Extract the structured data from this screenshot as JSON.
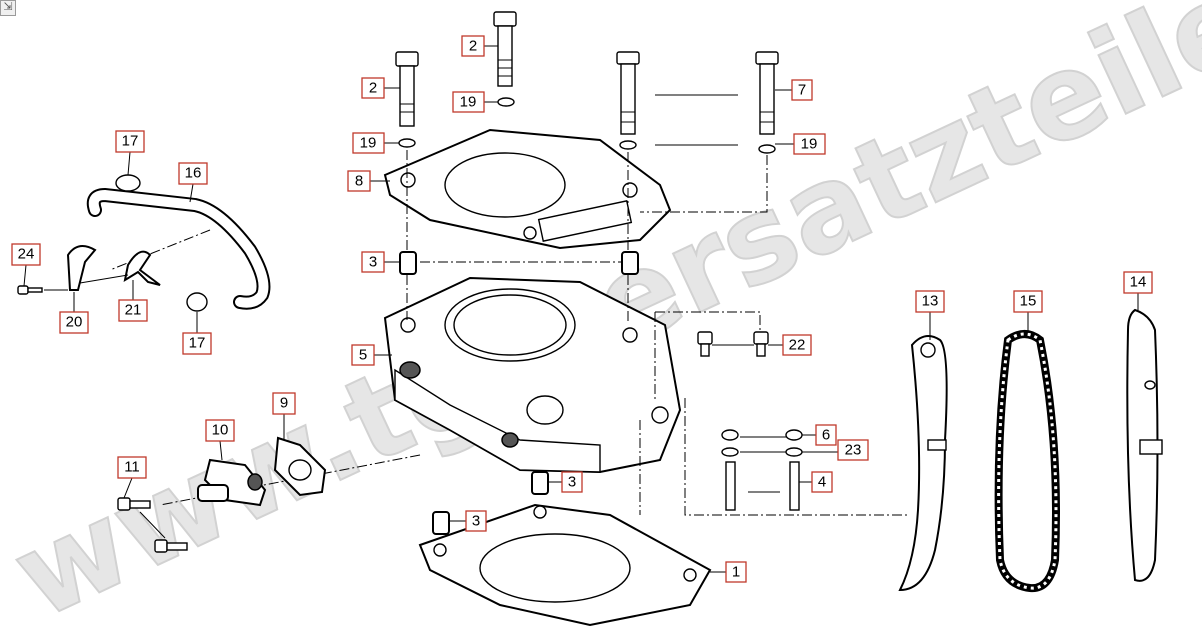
{
  "watermark": "www.tgb-ersatzteile.de",
  "callouts": [
    {
      "id": "c2a",
      "label": "2"
    },
    {
      "id": "c2b",
      "label": "2"
    },
    {
      "id": "c19a",
      "label": "19"
    },
    {
      "id": "c19b",
      "label": "19"
    },
    {
      "id": "c19c",
      "label": "19"
    },
    {
      "id": "c7",
      "label": "7"
    },
    {
      "id": "c8",
      "label": "8"
    },
    {
      "id": "c3a",
      "label": "3"
    },
    {
      "id": "c5",
      "label": "5"
    },
    {
      "id": "c22",
      "label": "22"
    },
    {
      "id": "c6",
      "label": "6"
    },
    {
      "id": "c23",
      "label": "23"
    },
    {
      "id": "c4",
      "label": "4"
    },
    {
      "id": "c3b",
      "label": "3"
    },
    {
      "id": "c3c",
      "label": "3"
    },
    {
      "id": "c1",
      "label": "1"
    },
    {
      "id": "c13",
      "label": "13"
    },
    {
      "id": "c15",
      "label": "15"
    },
    {
      "id": "c14",
      "label": "14"
    },
    {
      "id": "c17a",
      "label": "17"
    },
    {
      "id": "c16",
      "label": "16"
    },
    {
      "id": "c24",
      "label": "24"
    },
    {
      "id": "c20",
      "label": "20"
    },
    {
      "id": "c21",
      "label": "21"
    },
    {
      "id": "c17b",
      "label": "17"
    },
    {
      "id": "c9",
      "label": "9"
    },
    {
      "id": "c10",
      "label": "10"
    },
    {
      "id": "c11",
      "label": "11"
    }
  ]
}
